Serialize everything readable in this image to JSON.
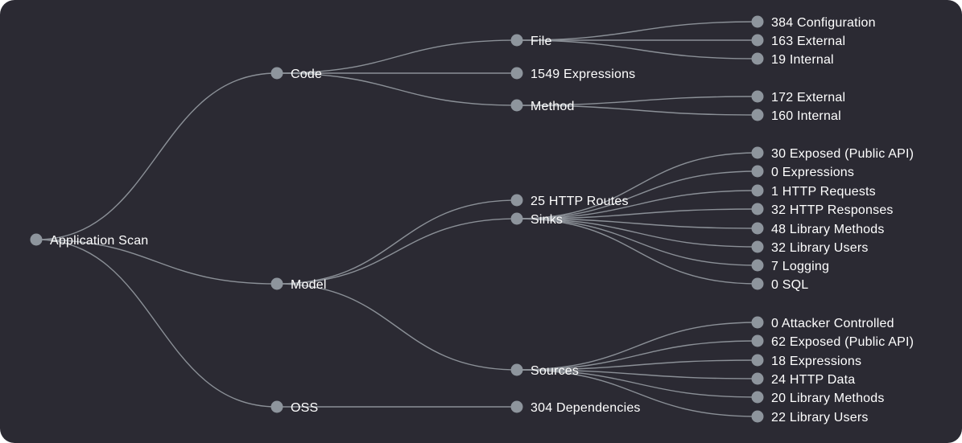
{
  "tree": {
    "root": {
      "id": "root",
      "label": "Application Scan",
      "icon": "node-dot",
      "color": "#8e959d",
      "children": [
        {
          "id": "code",
          "label": "Code",
          "children": [
            {
              "id": "code-file",
              "label": "File",
              "children": [
                {
                  "id": "file-config",
                  "label": "384 Configuration"
                },
                {
                  "id": "file-external",
                  "label": "163 External"
                },
                {
                  "id": "file-internal",
                  "label": "19 Internal"
                }
              ]
            },
            {
              "id": "code-expressions",
              "label": "1549 Expressions"
            },
            {
              "id": "code-method",
              "label": "Method",
              "children": [
                {
                  "id": "method-external",
                  "label": "172 External"
                },
                {
                  "id": "method-internal",
                  "label": "160 Internal"
                }
              ]
            }
          ]
        },
        {
          "id": "model",
          "label": "Model",
          "children": [
            {
              "id": "model-http-routes",
              "label": "25 HTTP Routes"
            },
            {
              "id": "model-sinks",
              "label": "Sinks",
              "children": [
                {
                  "id": "sinks-exposed",
                  "label": "30 Exposed (Public API)"
                },
                {
                  "id": "sinks-expressions",
                  "label": "0 Expressions"
                },
                {
                  "id": "sinks-http-requests",
                  "label": "1 HTTP Requests"
                },
                {
                  "id": "sinks-http-responses",
                  "label": "32 HTTP Responses"
                },
                {
                  "id": "sinks-library-methods",
                  "label": "48 Library Methods"
                },
                {
                  "id": "sinks-library-users",
                  "label": "32 Library Users"
                },
                {
                  "id": "sinks-logging",
                  "label": "7 Logging"
                },
                {
                  "id": "sinks-sql",
                  "label": "0 SQL"
                }
              ]
            },
            {
              "id": "model-sources",
              "label": "Sources",
              "children": [
                {
                  "id": "sources-attacker",
                  "label": "0 Attacker Controlled"
                },
                {
                  "id": "sources-exposed",
                  "label": "62 Exposed (Public API)"
                },
                {
                  "id": "sources-expressions",
                  "label": "18 Expressions"
                },
                {
                  "id": "sources-http-data",
                  "label": "24 HTTP Data"
                },
                {
                  "id": "sources-library-methods",
                  "label": "20 Library Methods"
                },
                {
                  "id": "sources-library-users",
                  "label": "22 Library Users"
                }
              ]
            }
          ]
        },
        {
          "id": "oss",
          "label": "OSS",
          "children": [
            {
              "id": "oss-dependencies",
              "label": "304 Dependencies"
            }
          ]
        }
      ]
    }
  }
}
